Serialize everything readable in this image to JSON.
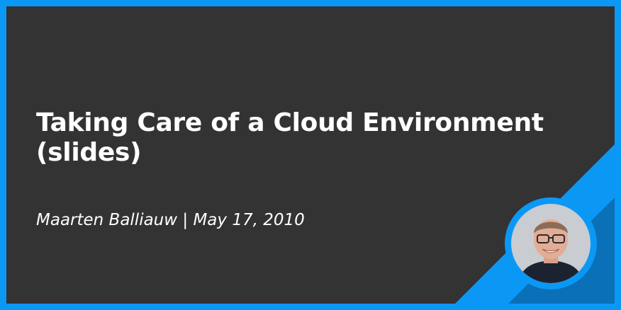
{
  "post": {
    "title": "Taking Care of a Cloud Environment (slides)",
    "author": "Maarten Balliauw",
    "separator": "|",
    "date": "May 17, 2010"
  },
  "colors": {
    "accent": "#0b98f5",
    "panel": "#333333",
    "text": "#ffffff",
    "accent_dark": "#0a70b8"
  },
  "avatar": {
    "icon": "author-photo"
  }
}
